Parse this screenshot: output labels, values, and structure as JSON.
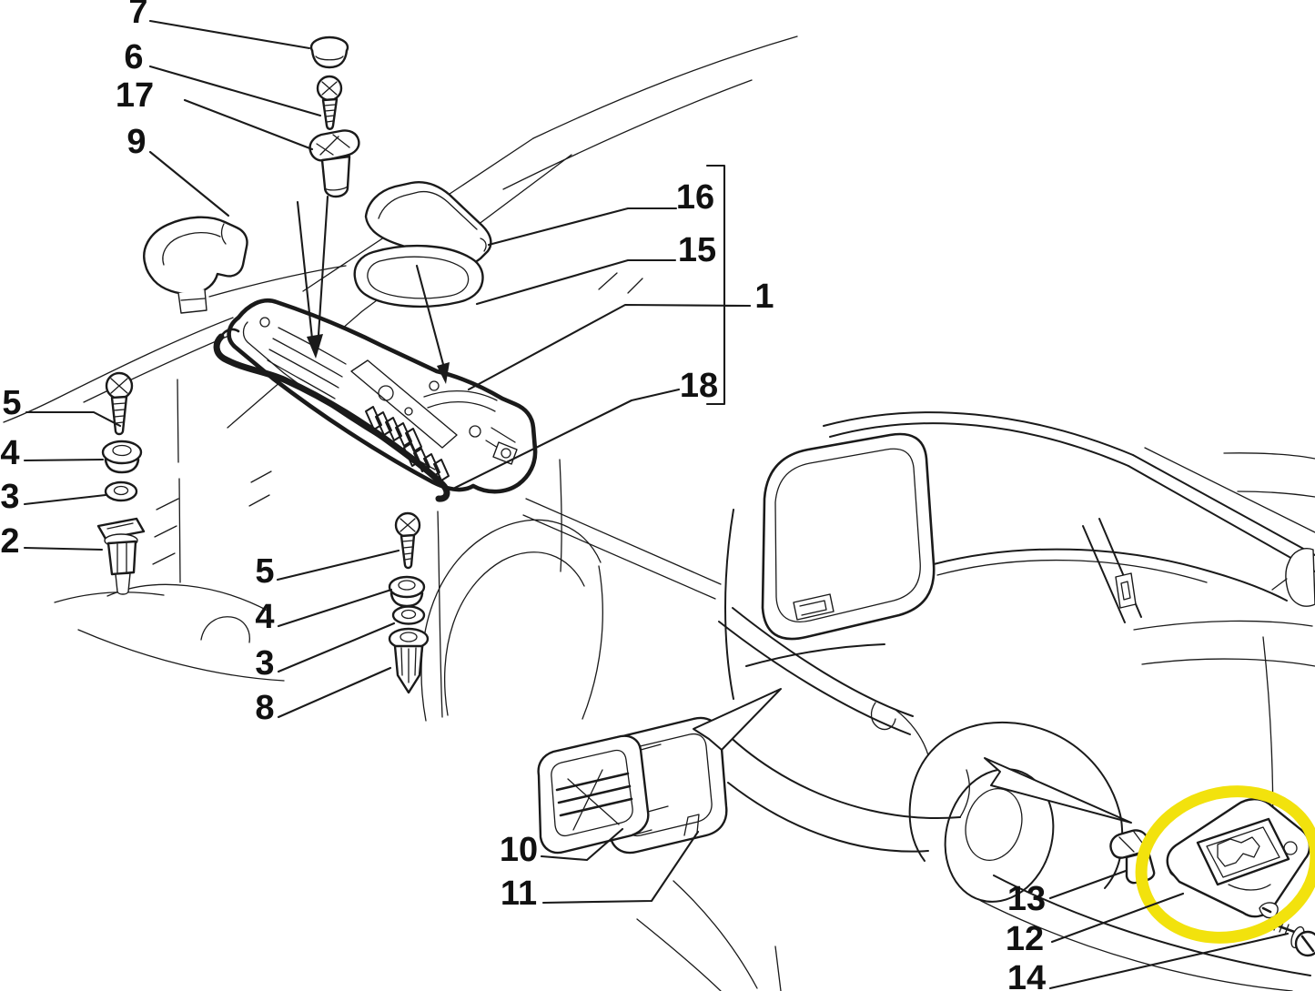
{
  "diagram": {
    "type": "exploded-parts-diagram",
    "callouts": [
      {
        "id": "7",
        "label": "7"
      },
      {
        "id": "6",
        "label": "6"
      },
      {
        "id": "17",
        "label": "17"
      },
      {
        "id": "9",
        "label": "9"
      },
      {
        "id": "16",
        "label": "16"
      },
      {
        "id": "15",
        "label": "15"
      },
      {
        "id": "1",
        "label": "1"
      },
      {
        "id": "18",
        "label": "18"
      },
      {
        "id": "5-left",
        "label": "5"
      },
      {
        "id": "4-left",
        "label": "4"
      },
      {
        "id": "3-left",
        "label": "3"
      },
      {
        "id": "2",
        "label": "2"
      },
      {
        "id": "5-mid",
        "label": "5"
      },
      {
        "id": "4-mid",
        "label": "4"
      },
      {
        "id": "3-mid",
        "label": "3"
      },
      {
        "id": "8",
        "label": "8"
      },
      {
        "id": "10",
        "label": "10"
      },
      {
        "id": "11",
        "label": "11"
      },
      {
        "id": "13",
        "label": "13"
      },
      {
        "id": "12",
        "label": "12"
      },
      {
        "id": "14",
        "label": "14"
      }
    ],
    "bracket": {
      "groups_label": "1",
      "members": [
        "16",
        "15",
        "18"
      ]
    },
    "highlight": {
      "color": "#f2e20d",
      "around_callout": "12"
    },
    "colors": {
      "line": "#1a1a1a",
      "background": "#ffffff"
    }
  }
}
